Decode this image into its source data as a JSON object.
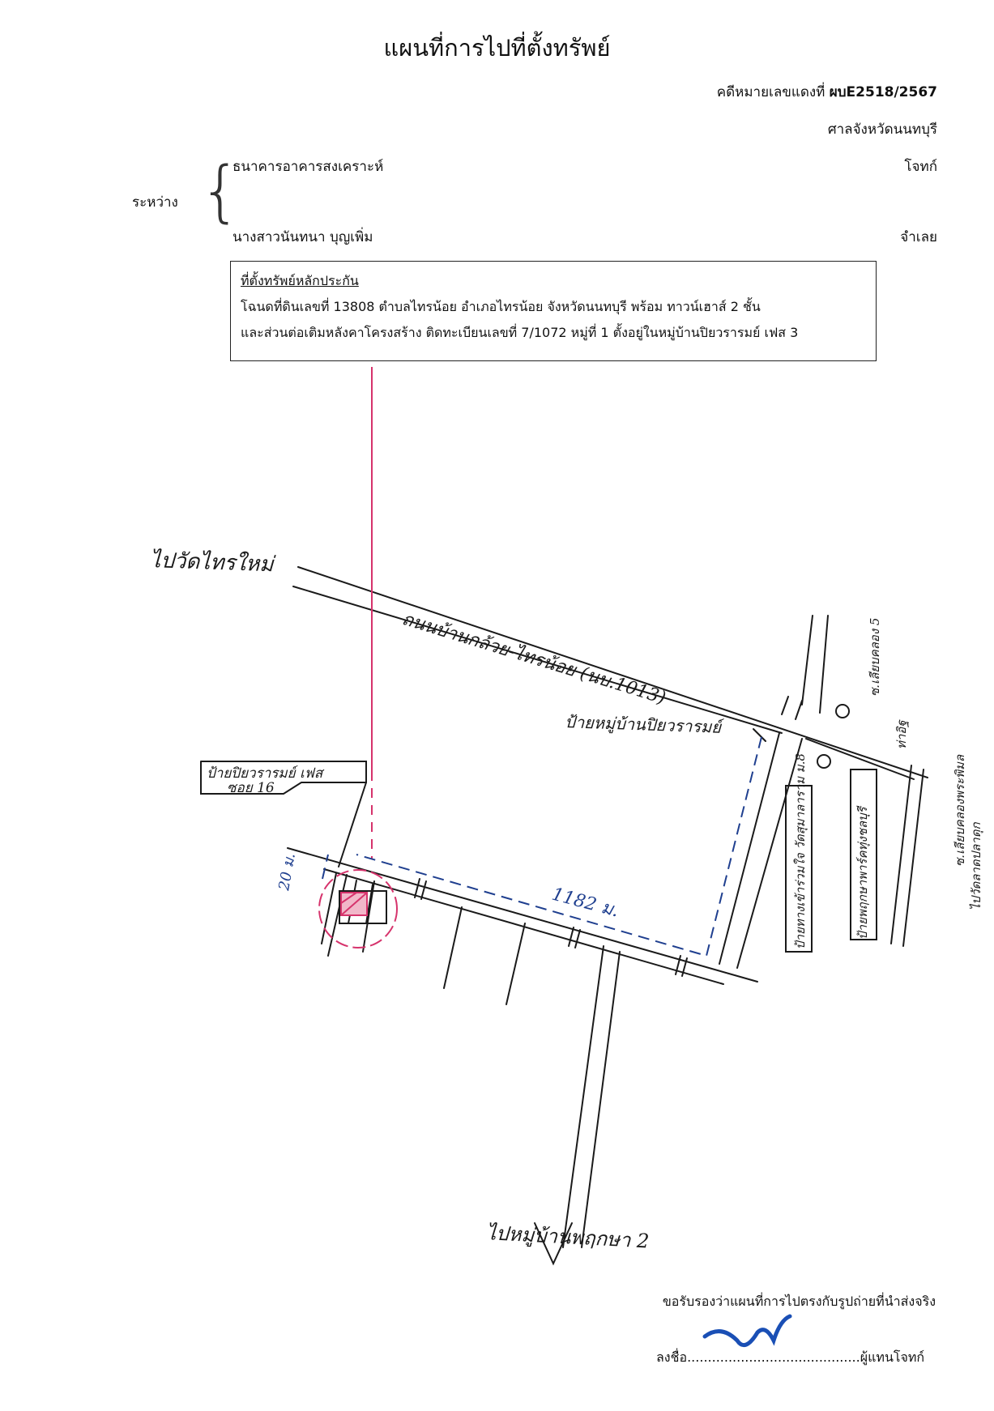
{
  "header": {
    "title": "แผนที่การไปที่ตั้งทรัพย์",
    "case_label": "คดีหมายเลขแดงที่",
    "case_number": "ผบE2518/2567",
    "court": "ศาลจังหวัดนนทบุรี"
  },
  "parties": {
    "between_label": "ระหว่าง",
    "plaintiff_name": "ธนาคารอาคารสงเคราะห์",
    "plaintiff_role": "โจทก์",
    "defendant_name": "นางสาวนันทนา  บุญเพิ่ม",
    "defendant_role": "จำเลย"
  },
  "location_box": {
    "heading": "ที่ตั้งทรัพย์หลักประกัน",
    "line1": "โฉนดที่ดินเลขที่  13808  ตำบลไทรน้อย อำเภอไทรน้อย จังหวัดนนทบุรี  พร้อม ทาวน์เฮาส์ 2 ชั้น",
    "line2": "และส่วนต่อเติมหลังคาโครงสร้าง ติดทะเบียนเลขที่ 7/1072 หมู่ที่ 1 ตั้งอยู่ในหมู่บ้านปิยวรารมย์ เฟส 3"
  },
  "map_labels": {
    "to_wat": "ไปวัดไทรใหม่",
    "main_road": "ถนนบ้านกล้วย-ไทรน้อย (นบ.1013)",
    "village_sign": "ป้ายหมู่บ้านปิยวรารมย์",
    "phase_sign_line1": "ป้ายปิยวรารมย์ เฟส",
    "phase_sign_line2": "ซอย 16",
    "distance": "1182 ม.",
    "width": "20 ม.",
    "to_village2": "ไปหมู่บ้านพฤกษา 2",
    "right_label1": "ซ.เลียบคลองพระพิมล",
    "right_label2": "ป้ายพฤกษาพาร์คทุ่งชลบุรี",
    "right_label3": "ป้ายทางเข้าร่วมใจ วัดสุมาลาราม ม.8",
    "right_label4": "ไปวัดลาดปลาดุก",
    "right_label5": "ซ.เลียบคลอง 5",
    "right_label6": "ท่าอิฐ"
  },
  "footer": {
    "certify": "ขอรับรองว่าแผนที่การไปตรงกับรูปถ่ายที่นำส่งจริง",
    "sign_prefix": "ลงชื่อ",
    "sign_dots": "..........................................",
    "sign_suffix": "ผู้แทนโจทก์"
  },
  "colors": {
    "ink": "#1a1a1a",
    "pin_line": "#d6336c",
    "route_dash": "#1f3f8f",
    "signature": "#1a4fb5"
  }
}
